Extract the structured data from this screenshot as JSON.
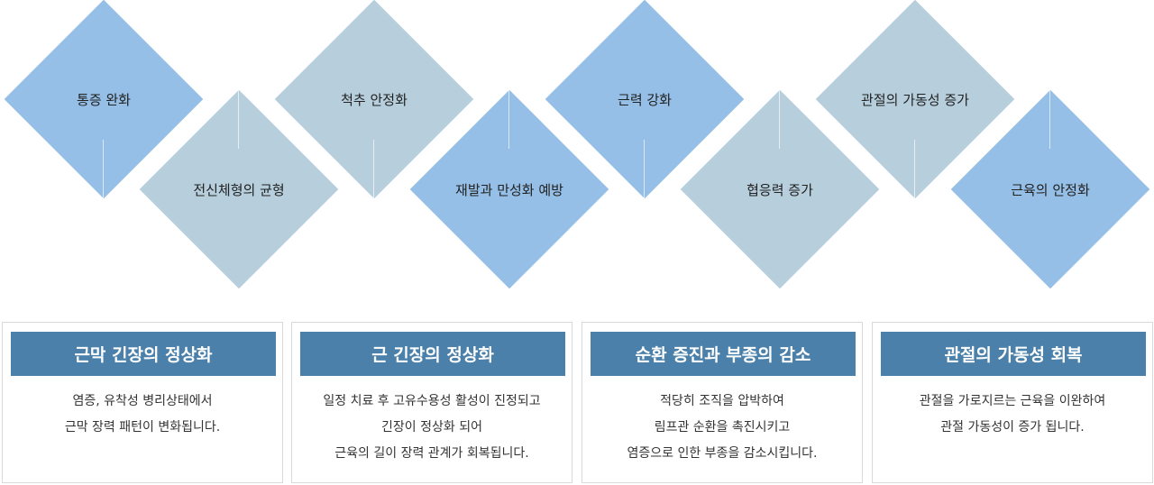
{
  "diamonds": [
    {
      "label": "통증 완화",
      "color": "#95bfe6"
    },
    {
      "label": "전신체형의 균형",
      "color": "#b7cfdd"
    },
    {
      "label": "척추 안정화",
      "color": "#b7cfdd"
    },
    {
      "label": "재발과 만성화 예방",
      "color": "#95bfe6"
    },
    {
      "label": "근력 강화",
      "color": "#95bfe6"
    },
    {
      "label": "협응력 증가",
      "color": "#b7cfdd"
    },
    {
      "label": "관절의 가동성 증가",
      "color": "#b7cfdd"
    },
    {
      "label": "근육의 안정화",
      "color": "#95bfe6"
    }
  ],
  "cards": [
    {
      "title": "근막 긴장의 정상화",
      "lines": [
        "염증, 유착성 병리상태에서",
        "근막 장력 패턴이 변화됩니다."
      ]
    },
    {
      "title": "근 긴장의 정상화",
      "lines": [
        "일정 치료 후 고유수용성 활성이 진정되고",
        "긴장이 정상화 되어",
        "근육의 길이 장력 관계가 회복됩니다."
      ]
    },
    {
      "title": "순환 증진과 부종의 감소",
      "lines": [
        "적당히 조직을 압박하여",
        "림프관 순환을 촉진시키고",
        "염증으로 인한 부종을 감소시킵니다."
      ]
    },
    {
      "title": "관절의 가동성 회복",
      "lines": [
        "관절을 가로지르는 근육을 이완하여",
        "관절 가동성이 증가 됩니다."
      ]
    }
  ],
  "colors": {
    "diamond_blue": "#95bfe6",
    "diamond_gray": "#b7cfdd",
    "card_header": "#4a80a9"
  }
}
